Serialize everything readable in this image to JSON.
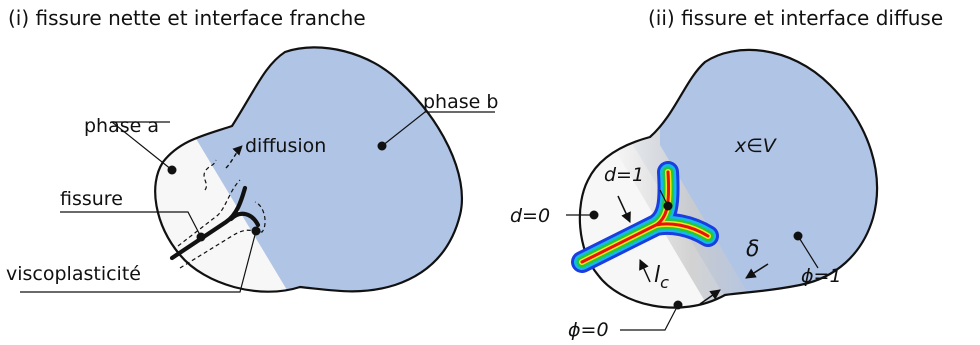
{
  "colors": {
    "phase_b_fill": "#b0c4e6",
    "phase_a_fill": "#f7f7f7",
    "outline": "#111111",
    "crack_red": "#e8130f",
    "crack_yellow": "#f2e81c",
    "crack_green": "#23c93a",
    "crack_cyan": "#15b8e8",
    "crack_blue": "#1a3ee0"
  },
  "panel_left": {
    "title": "(i) fissure nette et interface franche",
    "labels": {
      "phase_a": "phase a",
      "phase_b": "phase b",
      "diffusion": "diffusion",
      "fissure": "fissure",
      "viscoplasticite": "viscoplasticité"
    }
  },
  "panel_right": {
    "title": "(ii) fissure et interface diffuse",
    "labels": {
      "x_in_v": "x∈V",
      "d_one": "d=1",
      "d_zero": "d=0",
      "delta": "δ",
      "lc": "l",
      "lc_sub": "c",
      "phi_one": "ϕ=1",
      "phi_zero": "ϕ=0"
    }
  }
}
